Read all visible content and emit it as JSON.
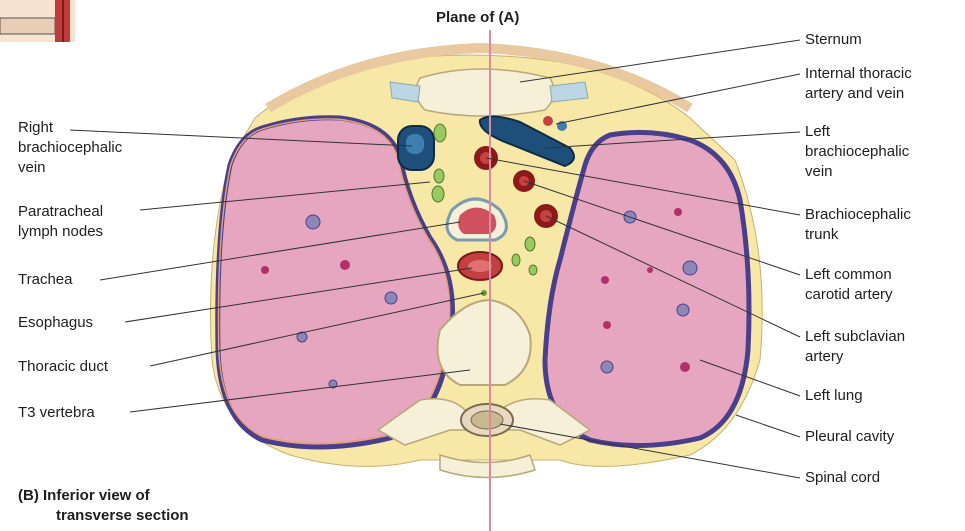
{
  "plane_label": "Plane of (A)",
  "caption": {
    "line1": "(B)  Inferior view of",
    "line2": "transverse section"
  },
  "left_labels": {
    "right_brachiocephalic_vein": [
      "Right",
      "brachiocephalic",
      "vein"
    ],
    "paratracheal_lymph_nodes": [
      "Paratracheal",
      "lymph nodes"
    ],
    "trachea": "Trachea",
    "esophagus": "Esophagus",
    "thoracic_duct": "Thoracic duct",
    "t3_vertebra": "T3 vertebra"
  },
  "right_labels": {
    "sternum": "Sternum",
    "internal_thoracic": [
      "Internal thoracic",
      "artery and vein"
    ],
    "left_brachiocephalic_vein": [
      "Left",
      "brachiocephalic",
      "vein"
    ],
    "brachiocephalic_trunk": [
      "Brachiocephalic",
      "trunk"
    ],
    "left_common_carotid": [
      "Left common",
      "carotid artery"
    ],
    "left_subclavian": [
      "Left subclavian",
      "artery"
    ],
    "left_lung": "Left lung",
    "pleural_cavity": "Pleural cavity",
    "spinal_cord": "Spinal cord"
  },
  "colors": {
    "fat": "#f7e8a8",
    "lung": "#e7a6c0",
    "pleura": "#4a3f8c",
    "vein": "#1d4f7a",
    "artery": "#8c1a1a",
    "bone": "#f6f0d8",
    "plane_line": "#d98ca0"
  }
}
